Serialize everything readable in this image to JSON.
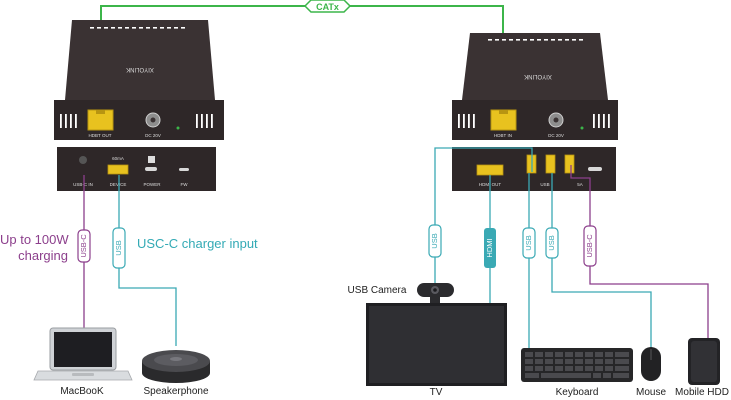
{
  "link": {
    "label": "CATx"
  },
  "tx": {
    "brand": "XIYOLINK",
    "ports_top": [
      "HDBT OUT",
      "DC 20V"
    ],
    "ports_bottom": [
      "USB-C IN",
      "DEVICE",
      "POWER",
      "FW"
    ],
    "device_note": "60mA"
  },
  "rx": {
    "brand": "XIYOLINK",
    "ports_top": [
      "HDBT IN",
      "DC 20V"
    ],
    "ports_bottom": [
      "HDMI OUT",
      "USB",
      "5A"
    ]
  },
  "cables": {
    "tx_usbc": "USB-C",
    "tx_usb": "USB",
    "rx_usb1": "USB",
    "rx_hdmi": "HDMI",
    "rx_usb2": "USB",
    "rx_usb3": "USB",
    "rx_usbc": "USB-C"
  },
  "annotations": {
    "charging": [
      "Up to 100W",
      "charging"
    ],
    "charger_input": "USC-C charger input"
  },
  "devices": {
    "macbook": "MacBooK",
    "speakerphone": "Speakerphone",
    "usb_camera": "USB Camera",
    "tv": "TV",
    "keyboard": "Keyboard",
    "mouse": "Mouse",
    "hdd": "Mobile HDD"
  },
  "colors": {
    "catx": "#3cb54a",
    "usb": "#3aa9b4",
    "usbc": "#8c3f8c",
    "hdmi": "#3aa9b4",
    "chassis": "#3a3233",
    "rj45": "#e8c21f"
  }
}
